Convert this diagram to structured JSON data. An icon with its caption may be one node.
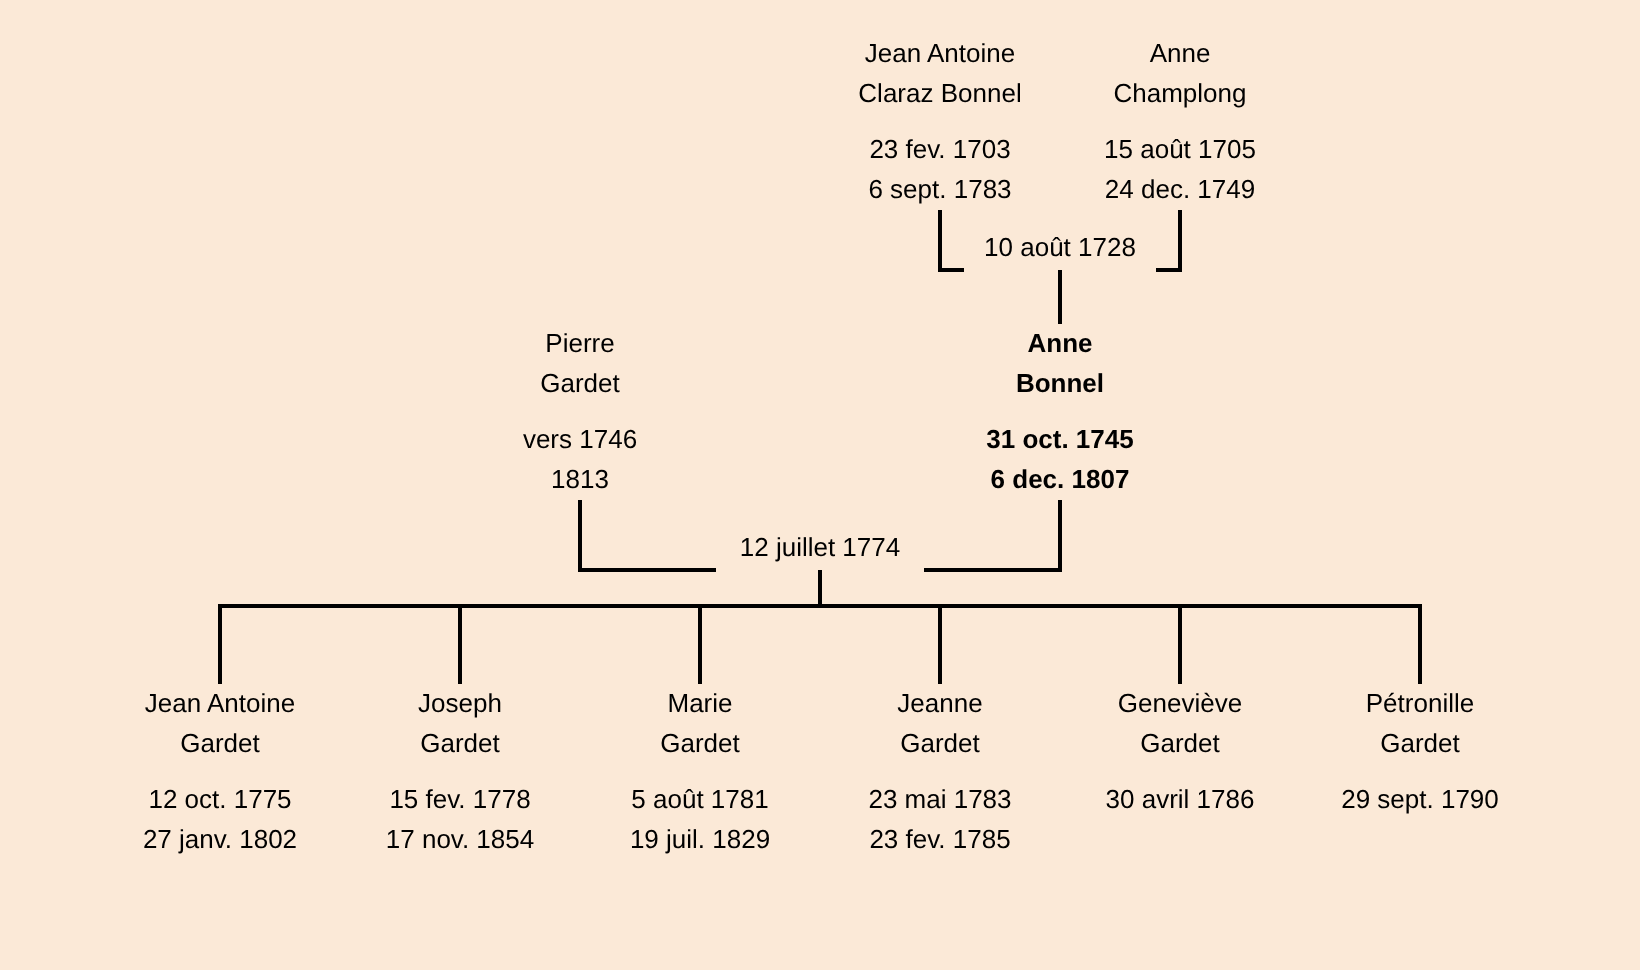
{
  "diagram": {
    "nodes": [
      {
        "text": [
          "Jean Antoine Claraz Bonnel",
          "23 fev. 1703",
          "6 sept. 1783"
        ]
      },
      {
        "text": [
          "Anne Champlong",
          "15 août 1705",
          "24 dec. 1749"
        ]
      },
      {
        "text": [
          "10 août 1728"
        ]
      },
      {
        "text": [
          "Pierre Gardet",
          "vers 1746",
          "1813"
        ]
      },
      {
        "text": [
          "Anne Bonnel",
          "31 oct. 1745",
          "6 dec. 1807"
        ]
      },
      {
        "text": [
          "12 juillet 1774"
        ]
      },
      {
        "text": [
          "Jean Antoine Gardet",
          "12 oct. 1775",
          "27 janv. 1802"
        ]
      },
      {
        "text": [
          "Joseph Gardet",
          "15 fev. 1778",
          "17 nov. 1854"
        ]
      },
      {
        "text": [
          "Marie Gardet",
          "5 août 1781",
          "19 juil. 1829"
        ]
      },
      {
        "text": [
          "Jeanne Gardet",
          "23 mai 1783",
          "23 fev. 1785"
        ]
      },
      {
        "text": [
          "Geneviève Gardet",
          "30 avril 1786"
        ]
      },
      {
        "text": [
          "Pétronille Gardet",
          "29 sept. 1790"
        ]
      }
    ],
    "edges": [
      {
        "from": 0,
        "to": 2,
        "arrow": "none"
      },
      {
        "from": 1,
        "to": 2,
        "arrow": "none"
      },
      {
        "from": 2,
        "to": 4,
        "arrow": "none"
      },
      {
        "from": 3,
        "to": 5,
        "arrow": "none"
      },
      {
        "from": 4,
        "to": 5,
        "arrow": "none"
      },
      {
        "from": 5,
        "to": 6,
        "arrow": "none"
      },
      {
        "from": 5,
        "to": 7,
        "arrow": "none"
      },
      {
        "from": 5,
        "to": 8,
        "arrow": "none"
      },
      {
        "from": 5,
        "to": 9,
        "arrow": "none"
      },
      {
        "from": 5,
        "to": 10,
        "arrow": "none"
      },
      {
        "from": 5,
        "to": 11,
        "arrow": "none"
      }
    ]
  }
}
